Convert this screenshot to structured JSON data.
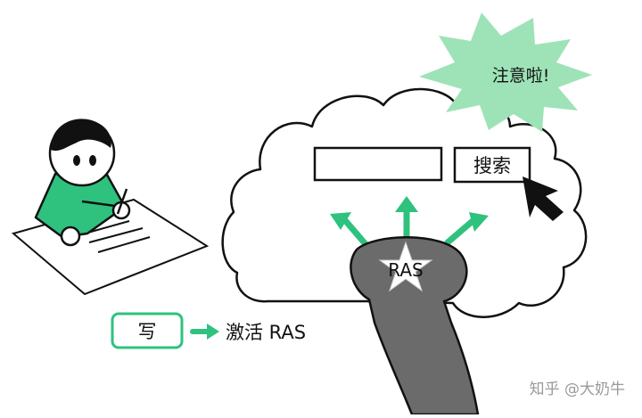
{
  "colors": {
    "green": "#2ec27e",
    "green_light": "#9ee3b7",
    "brainstem": "#6b6b6b",
    "outline": "#111111"
  },
  "brain": {
    "search_input_value": "",
    "search_button_label": "搜索",
    "ras_label": "RAS",
    "alert_text": "注意啦!"
  },
  "legend": {
    "write_label": "写",
    "activate_label": "激活 RAS"
  },
  "watermark": "知乎 @大奶牛",
  "icons": {
    "cursor": "mouse-pointer-icon",
    "star": "star-icon",
    "arrows": "up-arrow-icon",
    "legend_arrow": "right-arrow-icon"
  }
}
